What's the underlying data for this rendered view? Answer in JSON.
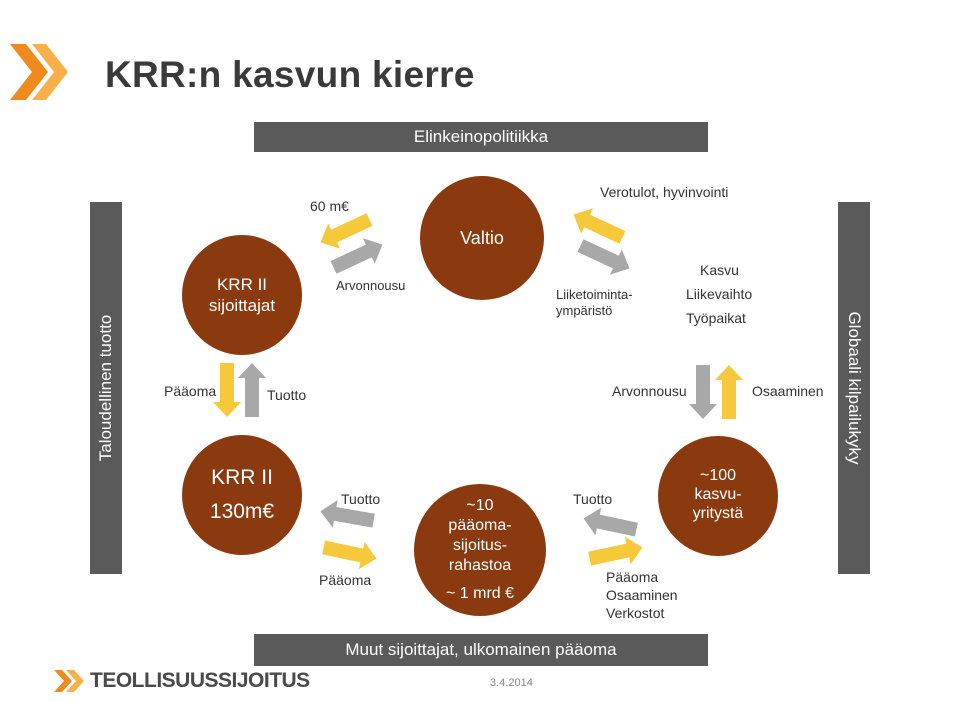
{
  "title": "KRR:n kasvun kierre",
  "top_bar": "Elinkeinopolitiikka",
  "bottom_bar": "Muut sijoittajat, ulkomainen pääoma",
  "left_bar": "Taloudellinen tuotto",
  "right_bar": "Globaali kilpailukyky",
  "circles": {
    "investors": [
      "KRR II",
      "sijoittajat"
    ],
    "krr": [
      "KRR II",
      "130m€"
    ],
    "valtio": [
      "Valtio"
    ],
    "funds": [
      "~10",
      "pääoma-",
      "sijoitus-",
      "rahastoa",
      "~ 1 mrd €"
    ],
    "companies": [
      "~100",
      "kasvu-",
      "yritystä"
    ]
  },
  "labels": {
    "m60": "60 m€",
    "arvonnousu_left": "Arvonnousu",
    "verotulot": "Verotulot, hyvinvointi",
    "liiketoiminta": [
      "Liiketoiminta-",
      "ympäristö"
    ],
    "kasvu": [
      "Kasvu",
      "Liikevaihto",
      "Työpaikat"
    ],
    "paaoma_left": "Pääoma",
    "tuotto_left": "Tuotto",
    "arvonnousu_right": "Arvonnousu",
    "osaaminen": "Osaaminen",
    "tuotto_mid_left": "Tuotto",
    "paaoma_mid_left": "Pääoma",
    "tuotto_mid_right": "Tuotto",
    "paaoma_list": [
      "Pääoma",
      "Osaaminen",
      "Verkostot"
    ]
  },
  "footer": {
    "logo_text": "TEOLLISUUSSIJOITUS",
    "date": "3.4.2014"
  },
  "colors": {
    "circle": "#8b3a0f",
    "arrow_yellow": "#f6c93a",
    "arrow_gray": "#a8a8a8",
    "bar": "#5a5a5a",
    "accent_orange": "#f08a1c"
  }
}
